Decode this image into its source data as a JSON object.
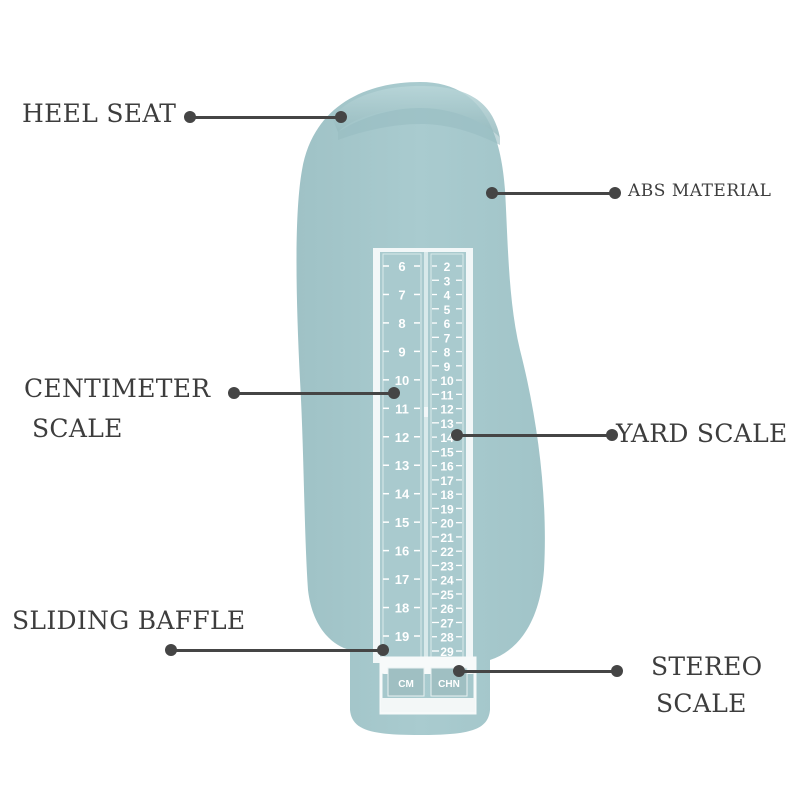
{
  "product": {
    "body_color": "#a8c8cc",
    "body_shade": "#9bbfc3",
    "scale_window_color": "#c8dfe1",
    "label_color": "#3d3d3d"
  },
  "callouts": [
    {
      "id": "heel-seat",
      "text": "HEEL SEAT"
    },
    {
      "id": "abs-material",
      "text": "ABS MATERIAL"
    },
    {
      "id": "centimeter-scale",
      "line1": "CENTIMETER",
      "line2": "SCALE"
    },
    {
      "id": "yard-scale",
      "text": "YARD SCALE"
    },
    {
      "id": "sliding-baffle",
      "text": "SLIDING BAFFLE"
    },
    {
      "id": "stereo-scale",
      "line1": "STEREO",
      "line2": "SCALE"
    }
  ],
  "centimeter_scale": {
    "values": [
      "6",
      "7",
      "8",
      "9",
      "10",
      "11",
      "12",
      "13",
      "14",
      "15",
      "16",
      "17",
      "18",
      "19"
    ]
  },
  "chn_scale": {
    "values": [
      "2",
      "3",
      "4",
      "5",
      "6",
      "7",
      "8",
      "9",
      "10",
      "11",
      "12",
      "13",
      "14",
      "15",
      "16",
      "17",
      "18",
      "19",
      "20",
      "21",
      "22",
      "23",
      "24",
      "25",
      "26",
      "27",
      "28",
      "29"
    ]
  },
  "baffle": {
    "left_button": "CM",
    "right_button": "CHN"
  }
}
